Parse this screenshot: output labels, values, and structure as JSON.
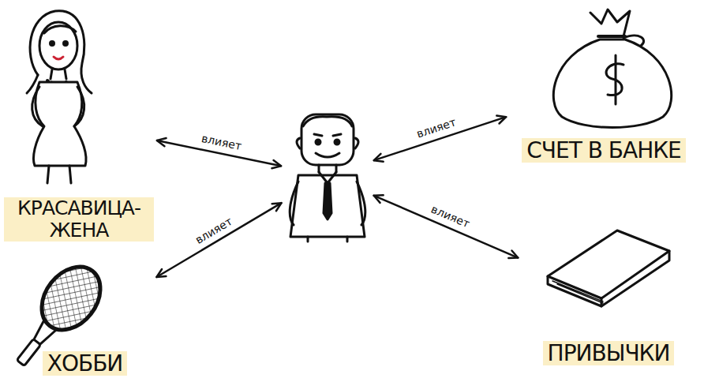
{
  "diagram": {
    "nodes": [
      {
        "text": [
          "КРАСАВИЦА- ЖЕНА"
        ]
      },
      {},
      {
        "text": [
          "СЧЕТ В БАНКЕ"
        ]
      },
      {
        "text": [
          "ХОББИ"
        ]
      },
      {
        "text": [
          "ПРИВЫЧКИ"
        ]
      }
    ],
    "edges": [
      {
        "from": 0,
        "to": 1,
        "label": "влияет",
        "arrow": "both"
      },
      {
        "from": 2,
        "to": 1,
        "label": "влияет",
        "arrow": "both"
      },
      {
        "from": 3,
        "to": 1,
        "label": "влияет",
        "arrow": "both"
      },
      {
        "from": 4,
        "to": 1,
        "label": "влияет",
        "arrow": "both"
      }
    ]
  }
}
